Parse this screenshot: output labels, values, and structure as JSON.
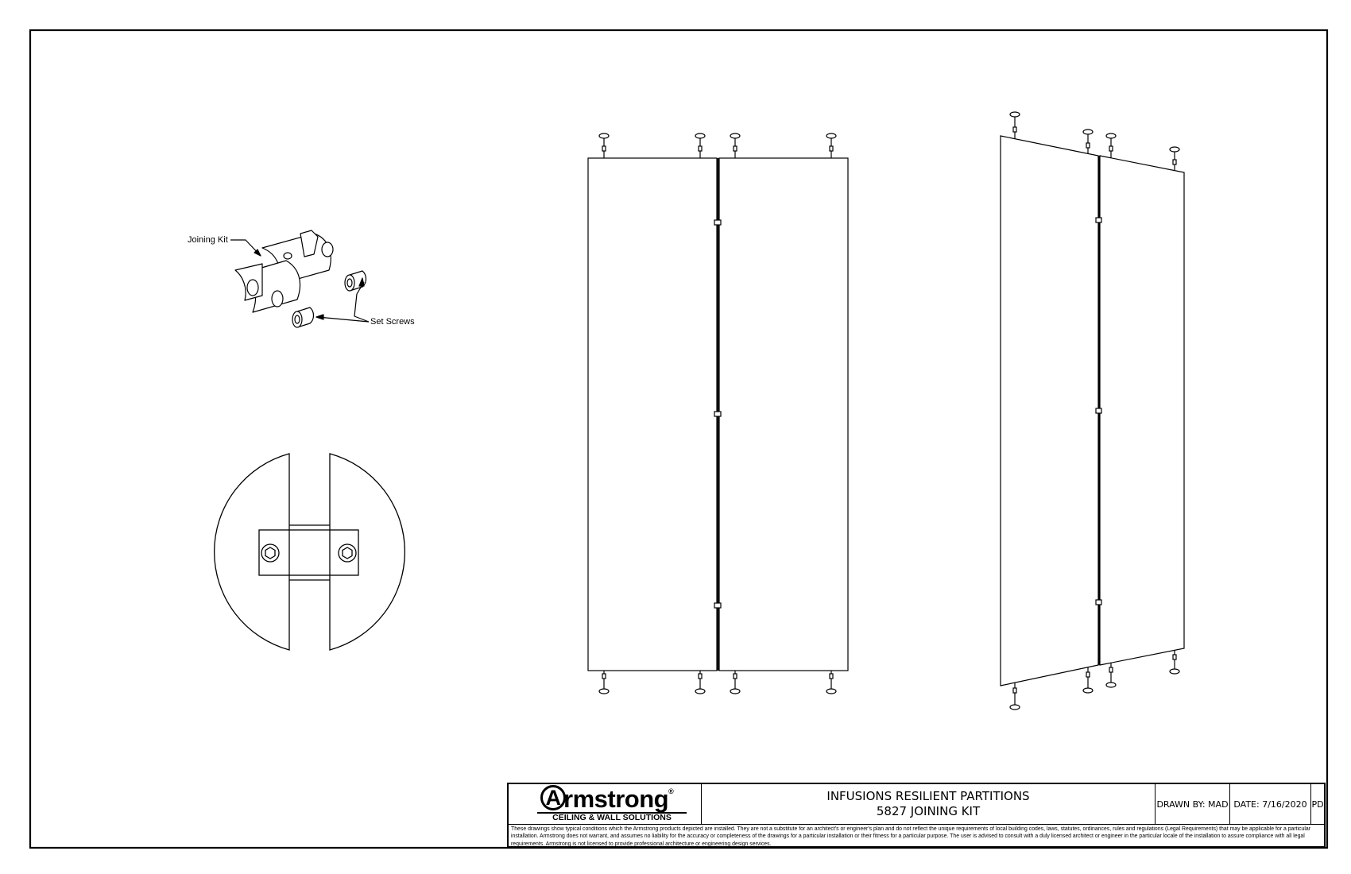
{
  "callouts": {
    "joining_kit": "Joining Kit",
    "set_screws": "Set Screws"
  },
  "title_block": {
    "brand_initial": "A",
    "brand_rest": "rmstrong",
    "brand_mark": "®",
    "brand_tagline": "CEILING & WALL SOLUTIONS",
    "title_line1": "INFUSIONS RESILIENT PARTITIONS",
    "title_line2": "5827 JOINING KIT",
    "drawn_by": "DRAWN BY: MAD",
    "date": "DATE: 7/16/2020",
    "sheet_code": "PD",
    "disclaimer": "These drawings show typical conditions which the Armstrong products depicted are installed.  They are not a substitute for an architect's or engineer's plan and do not reflect the unique requirements of local building codes, laws, statutes, ordinances, rules and regulations (Legal Requirements) that may be applicable for a particular installation. Armstrong does not warrant, and assumes no liability for the accuracy or completeness of the drawings for a particular installation or their fitness for a particular purpose. The user is advised to consult with a duly licensed architect or engineer in the particular locale of the installation to assure compliance with all legal requirements. Armstrong is not licensed to provide professional architecture or engineering design services."
  },
  "colors": {
    "line": "#000000",
    "paper": "#ffffff"
  }
}
